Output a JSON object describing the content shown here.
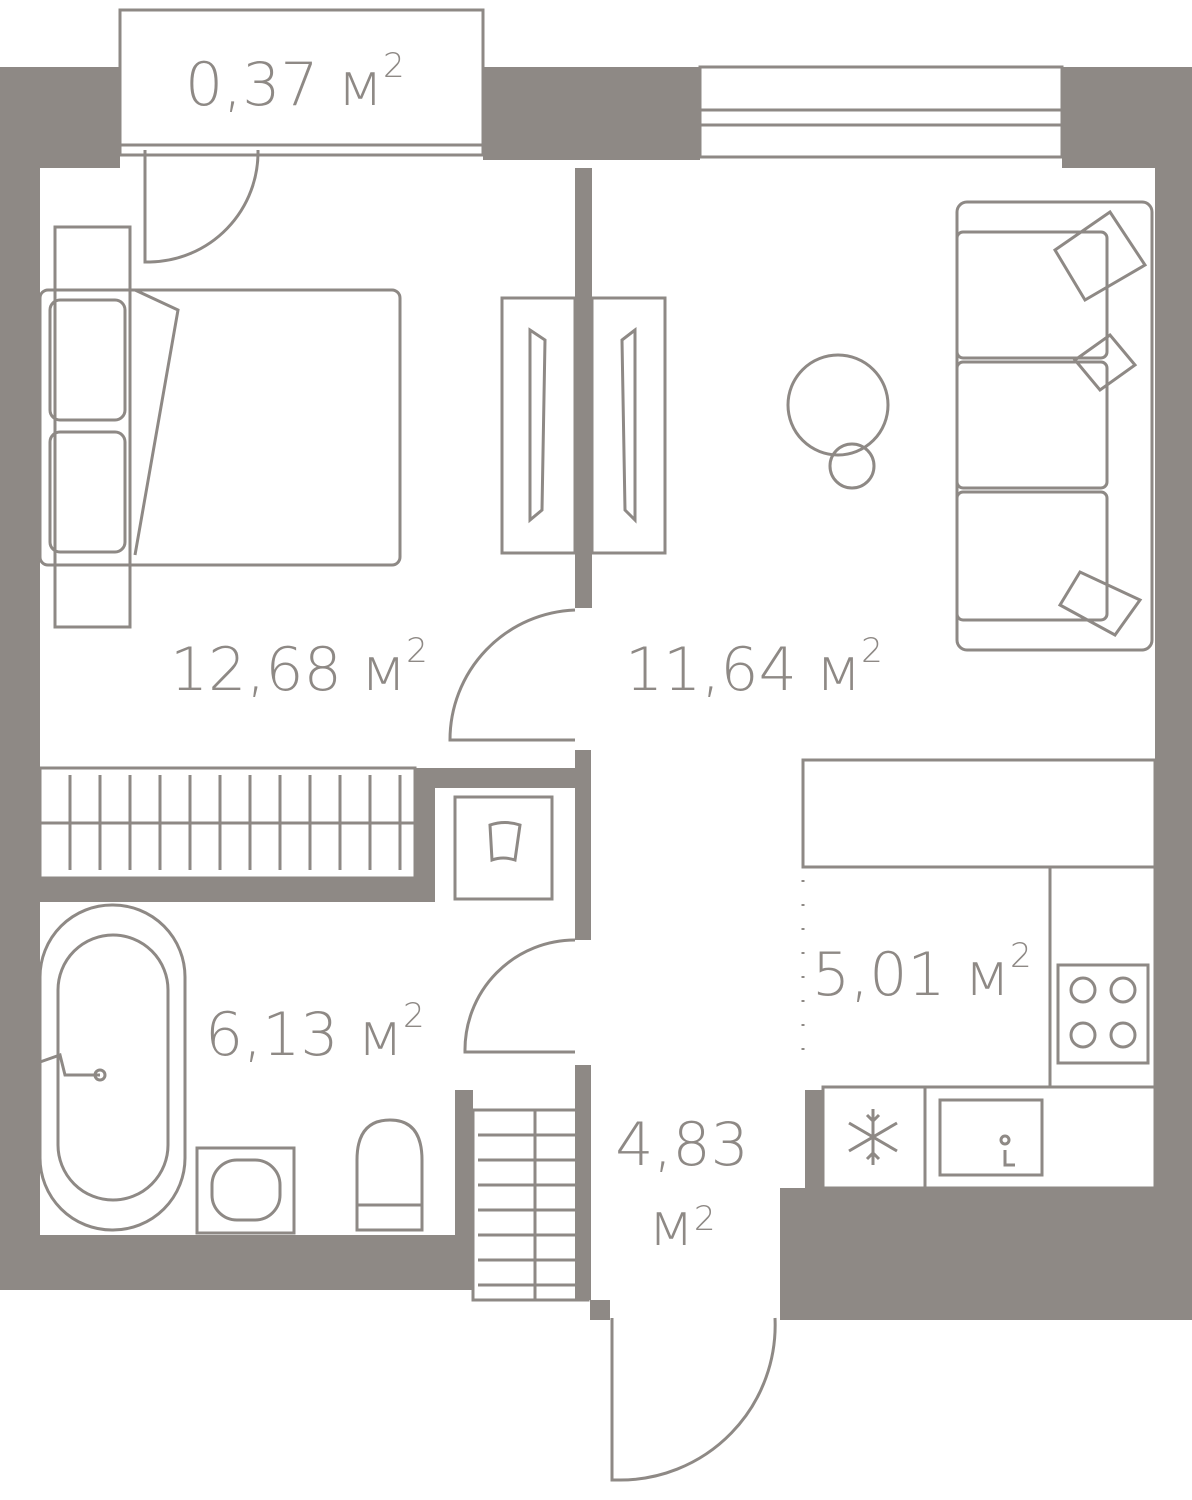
{
  "plan": {
    "wall_color": "#8e8985",
    "unit": "м",
    "unit_power": "2",
    "rooms": [
      {
        "name": "balcony",
        "area": "0,37"
      },
      {
        "name": "bedroom",
        "area": "12,68"
      },
      {
        "name": "living-room",
        "area": "11,64"
      },
      {
        "name": "bathroom",
        "area": "6,13"
      },
      {
        "name": "kitchen",
        "area": "5,01"
      },
      {
        "name": "hallway",
        "area": "4,83"
      }
    ]
  }
}
